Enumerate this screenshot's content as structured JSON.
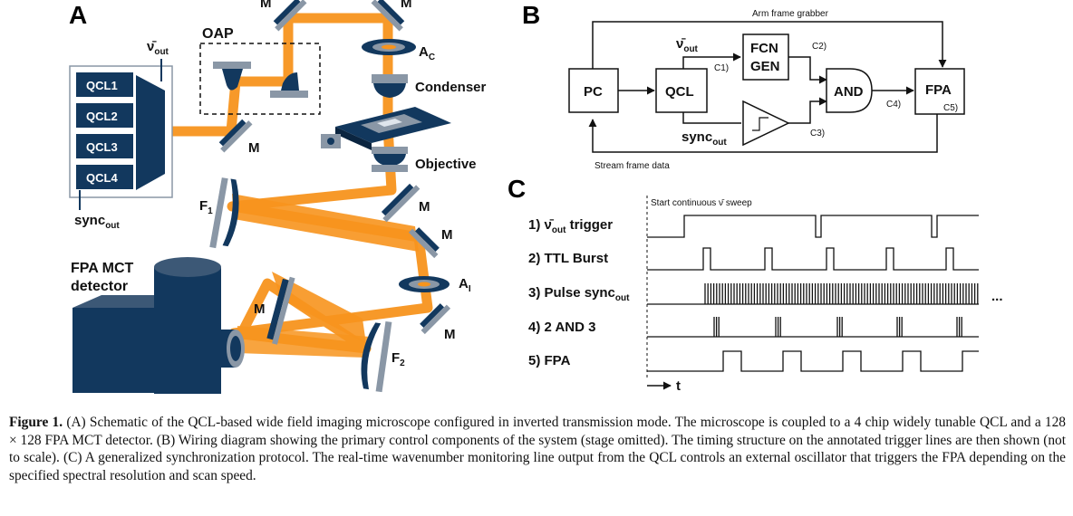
{
  "panels": {
    "a": {
      "letter": "A",
      "qcl_chips": [
        "QCL1",
        "QCL2",
        "QCL3",
        "QCL4"
      ],
      "nu_out": "ν̄",
      "nu_out_sub": "out",
      "sync_out": "sync",
      "sync_out_sub": "out",
      "oap": "OAP",
      "mirror": "M",
      "aperture_c": "A",
      "aperture_c_sub": "C",
      "aperture_i": "A",
      "aperture_i_sub": "I",
      "condenser": "Condenser",
      "objective": "Objective",
      "f1": "F",
      "f1_sub": "1",
      "f2": "F",
      "f2_sub": "2",
      "detector_line1": "FPA MCT",
      "detector_line2": "detector"
    },
    "b": {
      "letter": "B",
      "arm_frame": "Arm frame grabber",
      "stream_frame": "Stream frame data",
      "pc": "PC",
      "qcl": "QCL",
      "fcn1": "FCN",
      "fcn2": "GEN",
      "and": "AND",
      "fpa": "FPA",
      "nu_out": "ν̄",
      "nu_out_sub": "out",
      "sync_out": "sync",
      "sync_out_sub": "out",
      "c1": "C1)",
      "c2": "C2)",
      "c3": "C3)",
      "c4": "C4)",
      "c5": "C5)"
    },
    "c": {
      "letter": "C",
      "start_label": "Start continuous ν̄ sweep",
      "traces": [
        {
          "num": "1)",
          "name": "ν̄",
          "sub": "out",
          "rest": " trigger"
        },
        {
          "num": "2)",
          "name": "TTL Burst",
          "sub": "",
          "rest": ""
        },
        {
          "num": "3)",
          "name": "Pulse sync",
          "sub": "out",
          "rest": ""
        },
        {
          "num": "4)",
          "name": "2 AND 3",
          "sub": "",
          "rest": ""
        },
        {
          "num": "5)",
          "name": "FPA",
          "sub": "",
          "rest": ""
        }
      ],
      "ellipsis": "...",
      "time_axis": "t"
    }
  },
  "caption": {
    "label": "Figure 1.",
    "text": " (A) Schematic of the QCL-based wide field imaging microscope configured in inverted transmission mode. The microscope is coupled to a 4 chip widely tunable QCL and a 128 × 128 FPA MCT detector. (B) Wiring diagram showing the primary control components of the system (stage omitted). The timing structure on the annotated trigger lines are then shown (not to scale). (C) A generalized synchronization protocol. The real-time wavenumber monitoring line output from the QCL controls an external oscillator that triggers the FPA depending on the specified spectral resolution and scan speed."
  },
  "colors": {
    "beam": "#f7941d",
    "hardware": "#12385e",
    "steel": "#8a97a6"
  }
}
